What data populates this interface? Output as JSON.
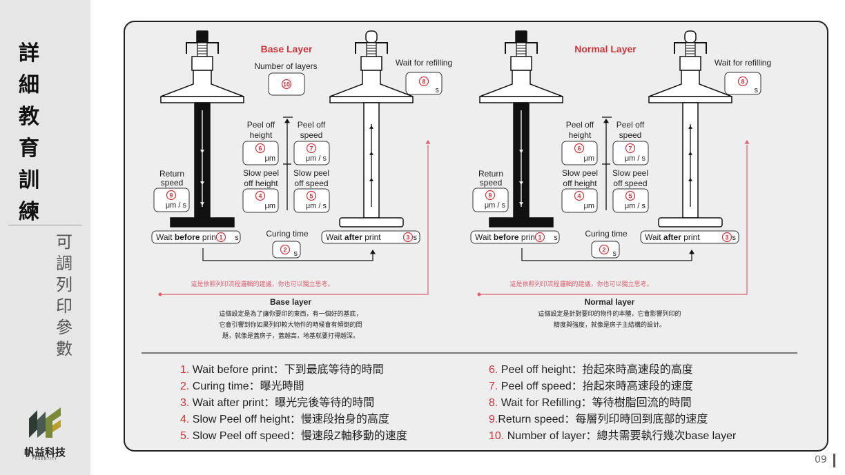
{
  "sidebar": {
    "title_chars": [
      "詳",
      "細",
      "教",
      "育",
      "訓",
      "練"
    ],
    "subtitle_chars": [
      "可",
      "調",
      "列",
      "印",
      "參",
      "數"
    ],
    "logo_name": "帆益科技",
    "logo_sub": "FREENTITY"
  },
  "page_number": "09",
  "left": {
    "header": "Base Layer",
    "number_of_layers_label": "Number of layers",
    "number_of_layers_id": "10",
    "wait_refill_label": "Wait for refilling",
    "wait_refill_id": "8",
    "peel_off_height_label": [
      "Peel off",
      "height"
    ],
    "peel_off_speed_label": [
      "Peel off",
      "speed"
    ],
    "slow_peel_height_label": [
      "Slow peel",
      "off height"
    ],
    "slow_peel_speed_label": [
      "Slow peel",
      "off speed"
    ],
    "return_speed_label": [
      "Return",
      "speed"
    ],
    "curing_label": "Curing time",
    "wait_before_pre": "Wait ",
    "wait_before_bold": "before",
    "wait_before_post": " print",
    "wait_after_pre": "Wait ",
    "wait_after_bold": "after",
    "wait_after_post": " print",
    "note": "這是依照列印流程邏輯的建議，你也可以獨立思考。",
    "desc_title": "Base layer",
    "desc_lines": [
      "這個設定是為了讓你要印的東西，有一個好的基底，",
      "它會引響到你如果列印較大物件的時候會有傾倒的問",
      "題，就像是蓋房子，蓋越高，地基就要打得越深。"
    ]
  },
  "right": {
    "header": "Normal Layer",
    "wait_refill_label": "Wait for refilling",
    "wait_refill_id": "8",
    "peel_off_height_label": [
      "Peel off",
      "height"
    ],
    "peel_off_speed_label": [
      "Peel off",
      "speed"
    ],
    "slow_peel_height_label": [
      "Slow peel",
      "off height"
    ],
    "slow_peel_speed_label": [
      "Slow peel",
      "off speed"
    ],
    "return_speed_label": [
      "Return",
      "speed"
    ],
    "curing_label": "Curing time",
    "wait_before_pre": "Wait ",
    "wait_before_bold": "before",
    "wait_before_post": " print",
    "wait_after_pre": "Wait ",
    "wait_after_bold": "after",
    "wait_after_post": " print",
    "note": "這是依照列印流程邏輯的建議，你也可以獨立思考。",
    "desc_title": "Normal layer",
    "desc_lines": [
      "這個設定是針對要印的物件的本體，它會影響列印的",
      "精度與強度，就像是房子主結構的設計。"
    ]
  },
  "units": {
    "s": "s",
    "um": "μm",
    "ums": "μm / s"
  },
  "param_ids": {
    "wait_before": "1",
    "curing": "2",
    "wait_after": "3",
    "slow_peel_height": "4",
    "slow_peel_speed": "5",
    "peel_height": "6",
    "peel_speed": "7",
    "return_speed": "9"
  },
  "legend": [
    {
      "num": "1.",
      "text": " Wait before print：下到最底等待的時間"
    },
    {
      "num": "2.",
      "text": " Curing time：曝光時間"
    },
    {
      "num": "3.",
      "text": " Wait after print：曝光完後等待的時間"
    },
    {
      "num": "4.",
      "text": " Slow Peel off height：慢速段抬身的高度"
    },
    {
      "num": "5.",
      "text": " Slow Peel off speed：慢速段Z軸移動的速度"
    },
    {
      "num": "6.",
      "text": " Peel off height：抬起來時高速段的高度"
    },
    {
      "num": "7.",
      "text": " Peel off speed：抬起來時高速段的速度"
    },
    {
      "num": "8.",
      "text": " Wait for Refilling：等待樹脂回流的時間"
    },
    {
      "num": "9.",
      "text": "Return speed：每層列印時回到底部的速度"
    },
    {
      "num": "10.",
      "text": " Number of layer：總共需要執行幾次base layer"
    }
  ],
  "colors": {
    "accent": "#d0343a",
    "pink_line": "#e06070",
    "panel_bg": "#eeeeee",
    "sidebar_bg": "#e6e6e6"
  }
}
